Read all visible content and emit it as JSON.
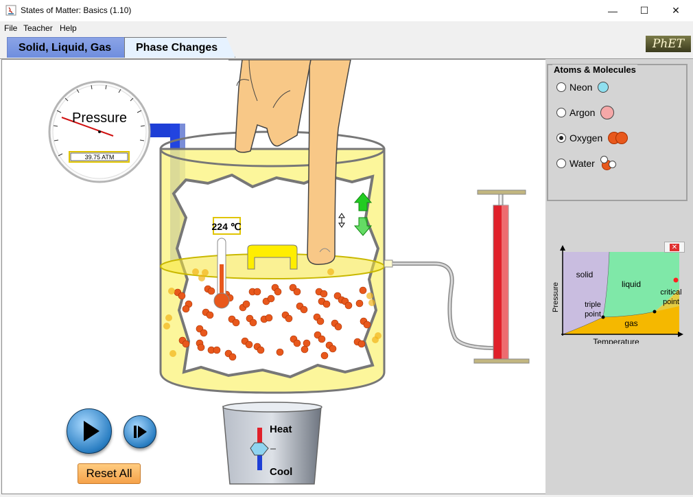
{
  "window": {
    "title": "States of Matter: Basics (1.10)",
    "minimize": "—",
    "maximize": "☐",
    "close": "✕"
  },
  "menu": {
    "items": [
      "File",
      "Teacher",
      "Help"
    ]
  },
  "tabs": [
    {
      "label": "Solid, Liquid, Gas",
      "selected": false
    },
    {
      "label": "Phase Changes",
      "selected": true
    }
  ],
  "logo": "PhET",
  "gauge": {
    "label": "Pressure",
    "readout": "39.75 ATM"
  },
  "thermometer": {
    "readout": "224 ℃"
  },
  "heater": {
    "heat_label": "Heat",
    "cool_label": "Cool"
  },
  "controls": {
    "reset_label": "Reset All"
  },
  "atoms_panel": {
    "title": "Atoms & Molecules",
    "options": [
      {
        "label": "Neon",
        "selected": false,
        "color": "#8fe0f0"
      },
      {
        "label": "Argon",
        "selected": false,
        "color": "#f5a8a8"
      },
      {
        "label": "Oxygen",
        "selected": true,
        "color": "#e8581c"
      },
      {
        "label": "Water",
        "selected": false,
        "color": "#e8581c"
      }
    ]
  },
  "phase_diagram": {
    "y_label": "Pressure",
    "x_label": "Temperature",
    "regions": [
      "solid",
      "liquid",
      "gas"
    ],
    "points": [
      "triple point",
      "critical point"
    ],
    "colors": {
      "solid": "#c9bde0",
      "liquid": "#7fe8a8",
      "gas": "#f5b800",
      "marker": "#ff2020"
    }
  },
  "colors": {
    "liquid": "#f5e63c",
    "molecule": "#e8581c",
    "tab_active": "#6f8ede"
  }
}
